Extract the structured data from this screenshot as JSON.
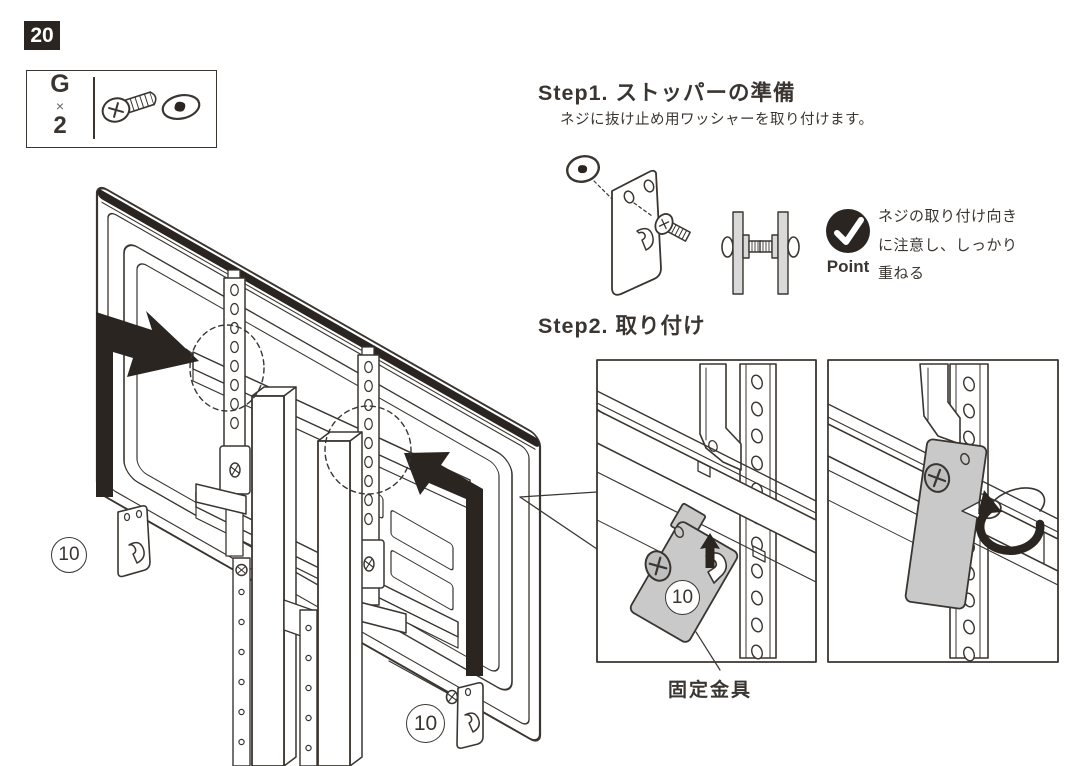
{
  "page": {
    "step_number": "20"
  },
  "parts_box": {
    "part_id": "G",
    "times": "×",
    "qty": "2"
  },
  "step1": {
    "title": "Step1. ストッパーの準備",
    "description": "ネジに抜け止め用ワッシャーを取り付けます。"
  },
  "point": {
    "label": "Point",
    "lines": [
      "ネジの取り付け向き",
      "に注意し、しっかり",
      "重ねる"
    ]
  },
  "step2": {
    "title": "Step2. 取り付け",
    "callout_label": "固定金具"
  },
  "labels": {
    "part_ref": "10"
  },
  "colors": {
    "ink": "#3a3530",
    "black": "#2b2522",
    "gray": "#c9c9c9"
  }
}
